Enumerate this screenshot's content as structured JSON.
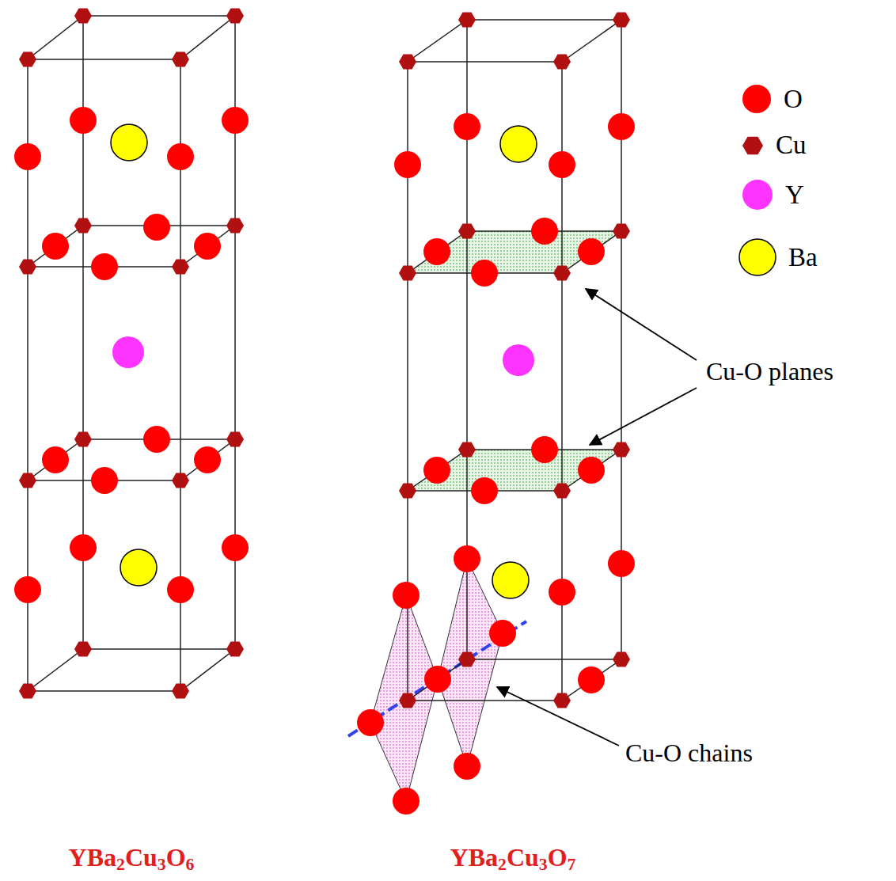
{
  "diagram": {
    "labels": [
      "Cu-O planes",
      "Cu-O chains",
      "YBa2Cu3O6",
      "YBa2Cu3O7"
    ],
    "legend": [
      {
        "text": "O",
        "color": "#ff0000"
      },
      {
        "text": "Cu",
        "color": "#b01010"
      },
      {
        "text": "Y",
        "color": "#ff33ff"
      },
      {
        "text": "Ba",
        "color": "#ffff00"
      }
    ]
  }
}
